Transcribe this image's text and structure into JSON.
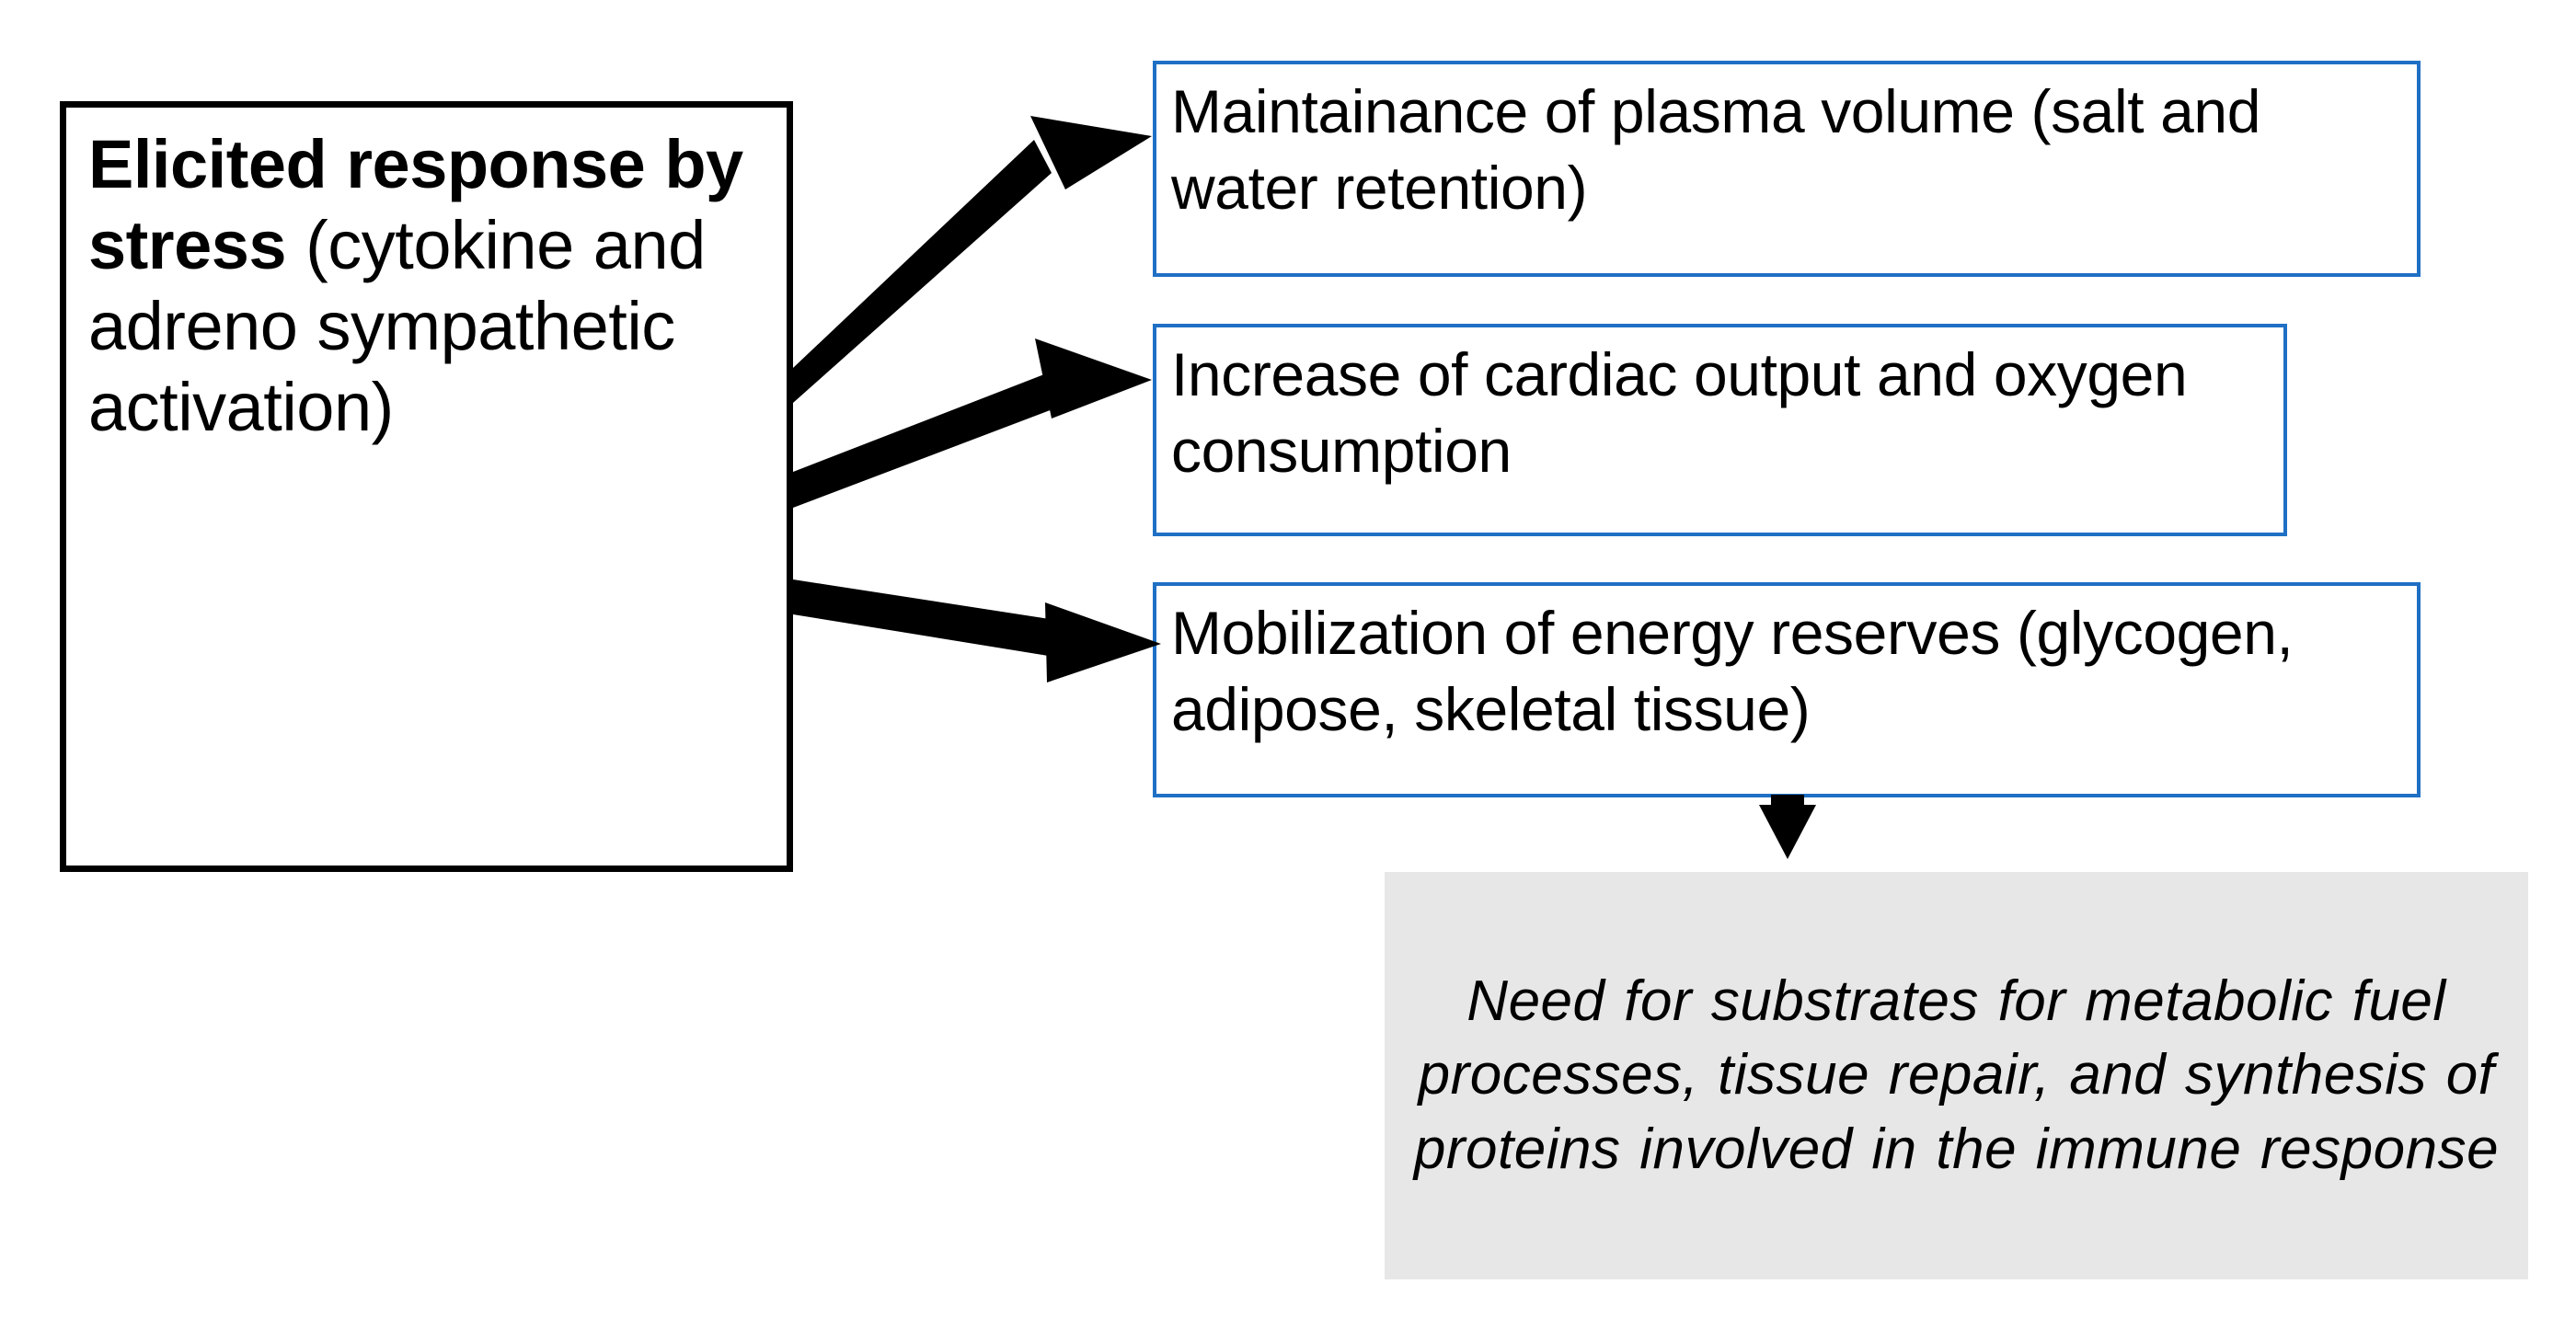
{
  "diagram": {
    "title": "Elicited stress response flow diagram",
    "colors": {
      "source_border": "#000000",
      "outcome_border": "#1F6FC4",
      "conclusion_fill": "#E7E7E7",
      "arrow": "#000000",
      "text": "#000000",
      "background": "#FFFFFF"
    },
    "source": {
      "label_bold": "Elicited response by stress",
      "label_rest": " (cytokine and adreno sympathetic activation)"
    },
    "outcomes": [
      {
        "id": "outcome-1",
        "text": "Maintainance of plasma volume (salt and water retention)"
      },
      {
        "id": "outcome-2",
        "text": "Increase of cardiac output and oxygen consumption"
      },
      {
        "id": "outcome-3",
        "text": "Mobilization of energy reserves (glycogen, adipose, skeletal tissue)"
      }
    ],
    "conclusion": {
      "text": "Need for substrates for metabolic fuel processes, tissue repair, and synthesis of proteins involved in the immune response"
    },
    "connectors": [
      {
        "name": "arrow-source-to-outcome-1",
        "from": "source",
        "to": "outcome-1"
      },
      {
        "name": "arrow-source-to-outcome-2",
        "from": "source",
        "to": "outcome-2"
      },
      {
        "name": "arrow-source-to-outcome-3",
        "from": "source",
        "to": "outcome-3"
      },
      {
        "name": "arrow-outcome-3-to-conclusion",
        "from": "outcome-3",
        "to": "conclusion"
      }
    ]
  }
}
